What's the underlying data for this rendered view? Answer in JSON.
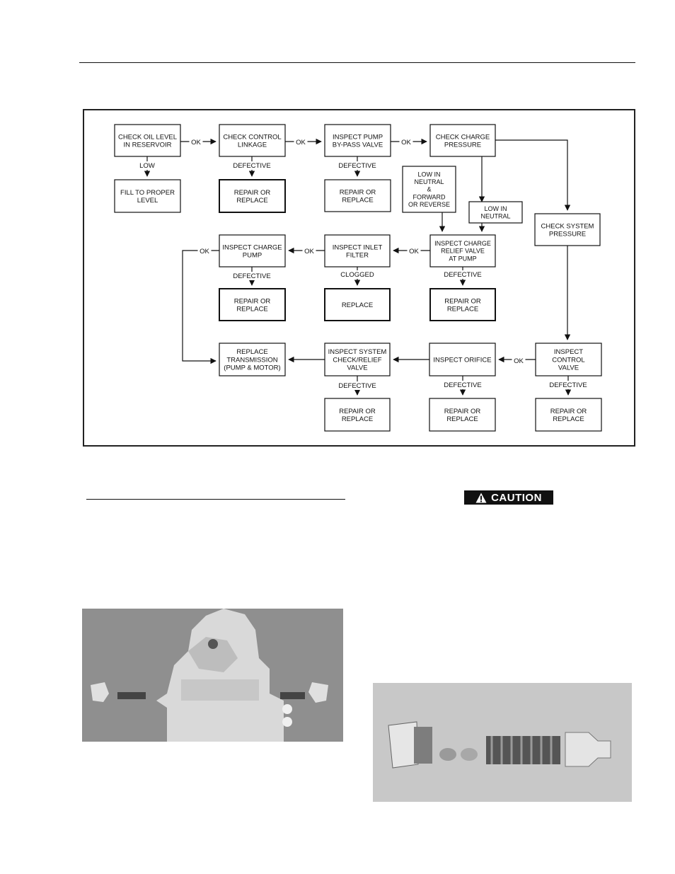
{
  "flowchart": {
    "nodes": {
      "check_oil": [
        "CHECK OIL LEVEL",
        "IN RESERVOIR"
      ],
      "fill": [
        "FILL TO PROPER",
        "LEVEL"
      ],
      "check_linkage": [
        "CHECK CONTROL",
        "LINKAGE"
      ],
      "repair1": [
        "REPAIR OR",
        "REPLACE"
      ],
      "inspect_bypass": [
        "INSPECT PUMP",
        "BY-PASS VALVE"
      ],
      "repair2": [
        "REPAIR OR",
        "REPLACE"
      ],
      "check_charge": [
        "CHECK CHARGE",
        "PRESSURE"
      ],
      "low_neutral_fwd": [
        "LOW IN",
        "NEUTRAL",
        "&",
        "FORWARD",
        "OR REVERSE"
      ],
      "low_neutral": [
        "LOW IN",
        "NEUTRAL"
      ],
      "check_system": [
        "CHECK SYSTEM",
        "PRESSURE"
      ],
      "inspect_charge_relief": [
        "INSPECT CHARGE",
        "RELIEF VALVE",
        "AT PUMP"
      ],
      "inspect_inlet": [
        "INSPECT INLET",
        "FILTER"
      ],
      "inspect_charge_pump": [
        "INSPECT CHARGE",
        "PUMP"
      ],
      "repair3": [
        "REPAIR OR",
        "REPLACE"
      ],
      "replace": [
        "REPLACE"
      ],
      "repair4": [
        "REPAIR OR",
        "REPLACE"
      ],
      "replace_trans": [
        "REPLACE",
        "TRANSMISSION",
        "(PUMP & MOTOR)"
      ],
      "inspect_sys_check": [
        "INSPECT SYSTEM",
        "CHECK/RELIEF",
        "VALVE"
      ],
      "inspect_orifice": [
        "INSPECT ORIFICE"
      ],
      "inspect_control": [
        "INSPECT",
        "CONTROL",
        "VALVE"
      ],
      "repair5": [
        "REPAIR OR",
        "REPLACE"
      ],
      "repair6": [
        "REPAIR OR",
        "REPLACE"
      ],
      "repair7": [
        "REPAIR OR",
        "REPLACE"
      ]
    },
    "labels": {
      "ok": "OK",
      "low": "LOW",
      "defective": "DEFECTIVE",
      "clogged": "CLOGGED"
    }
  },
  "caution": {
    "label": "CAUTION",
    "icon": "warning-triangle-icon"
  },
  "photos": {
    "left": "transmission-valve-photo",
    "right": "relief-valve-parts-photo"
  }
}
